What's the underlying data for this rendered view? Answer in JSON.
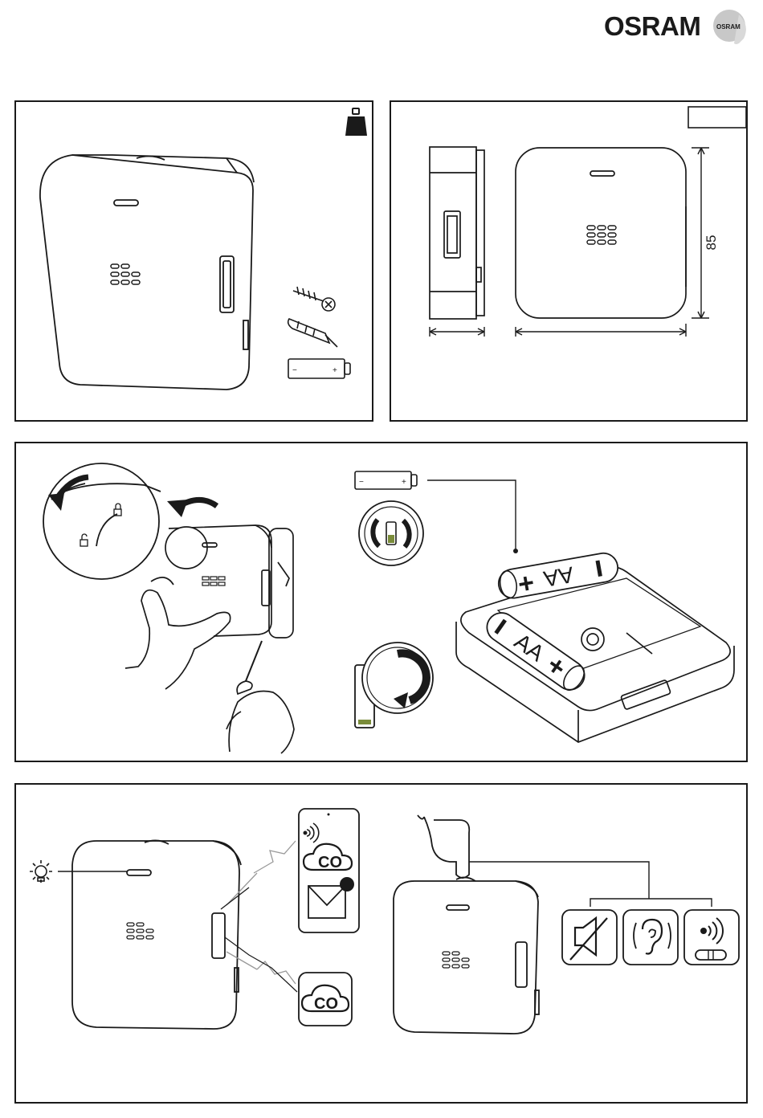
{
  "header": {
    "brand": "OSRAM",
    "brand_small": "OSRAM"
  },
  "panel_contents": {
    "dimension_height": "85",
    "battery_minus": "−",
    "battery_plus": "+"
  },
  "panel_install": {
    "battery_minus": "−",
    "battery_plus": "+",
    "battery_type": "AA",
    "battery_type_2": "AA"
  },
  "panel_operation": {
    "cloud_phone": "CO",
    "cloud_device": "CO"
  },
  "colors": {
    "ink": "#1a1a1a",
    "logo_grey": "#c8c8c8",
    "battery_green": "#7a8c3a"
  }
}
